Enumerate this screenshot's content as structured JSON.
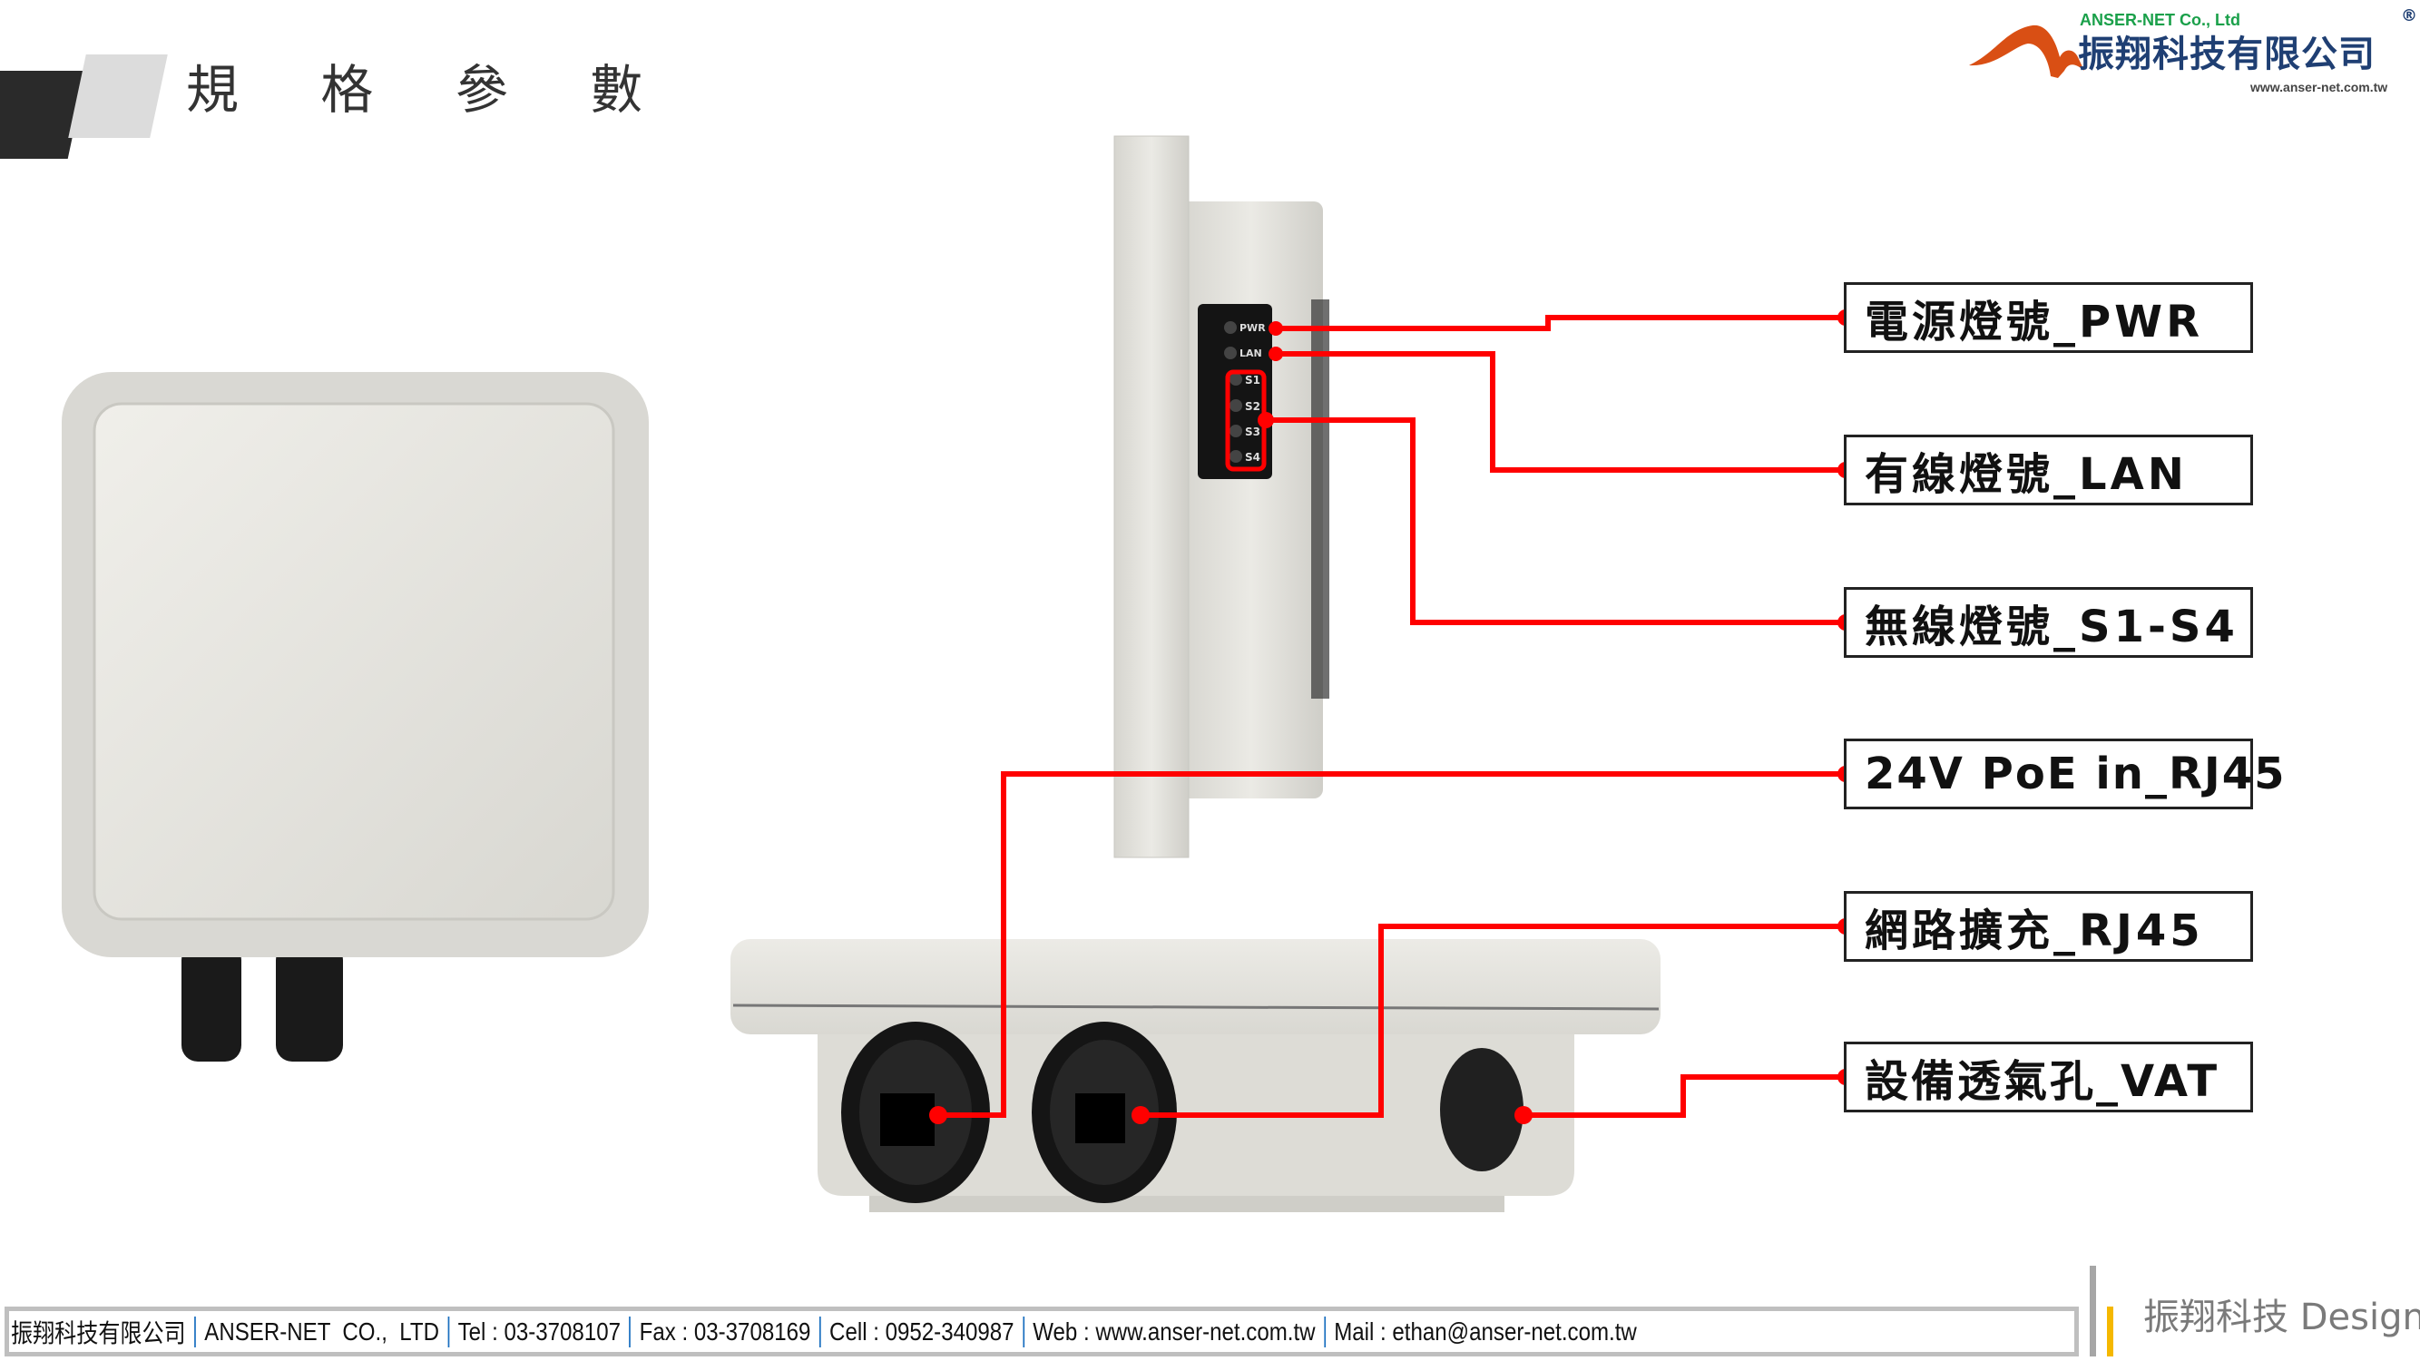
{
  "header": {
    "title": "規 格 參 數"
  },
  "logo": {
    "company_en": "ANSER-NET Co., Ltd",
    "company_cn": "振翔科技有限公司",
    "url": "www.anser-net.com.tw",
    "registered": "®"
  },
  "led_panel": {
    "pwr": "PWR",
    "lan": "LAN",
    "s1": "S1",
    "s2": "S2",
    "s3": "S3",
    "s4": "S4"
  },
  "callouts": [
    {
      "label": "電源燈號_PWR"
    },
    {
      "label": "有線燈號_LAN"
    },
    {
      "label": "無線燈號_S1-S4"
    },
    {
      "label": "24V PoE in_RJ45"
    },
    {
      "label": "網路擴充_RJ45"
    },
    {
      "label": "設備透氣孔_VAT"
    }
  ],
  "footer": {
    "company_cn": "振翔科技有限公司",
    "company_en": "ANSER-NET  CO.,  LTD",
    "tel": "Tel : 03-3708107",
    "fax": "Fax : 03-3708169",
    "cell": "Cell : 0952-340987",
    "web": "Web : www.anser-net.com.tw",
    "mail": "Mail : ethan@anser-net.com.tw"
  },
  "brand_tag": "振翔科技 Design",
  "colors": {
    "callout_line": "#ff0000",
    "logo_orange": "#d94f14",
    "logo_blue": "#1f3f73",
    "logo_green": "#1aa04a",
    "accent_yellow": "#f5b800"
  }
}
